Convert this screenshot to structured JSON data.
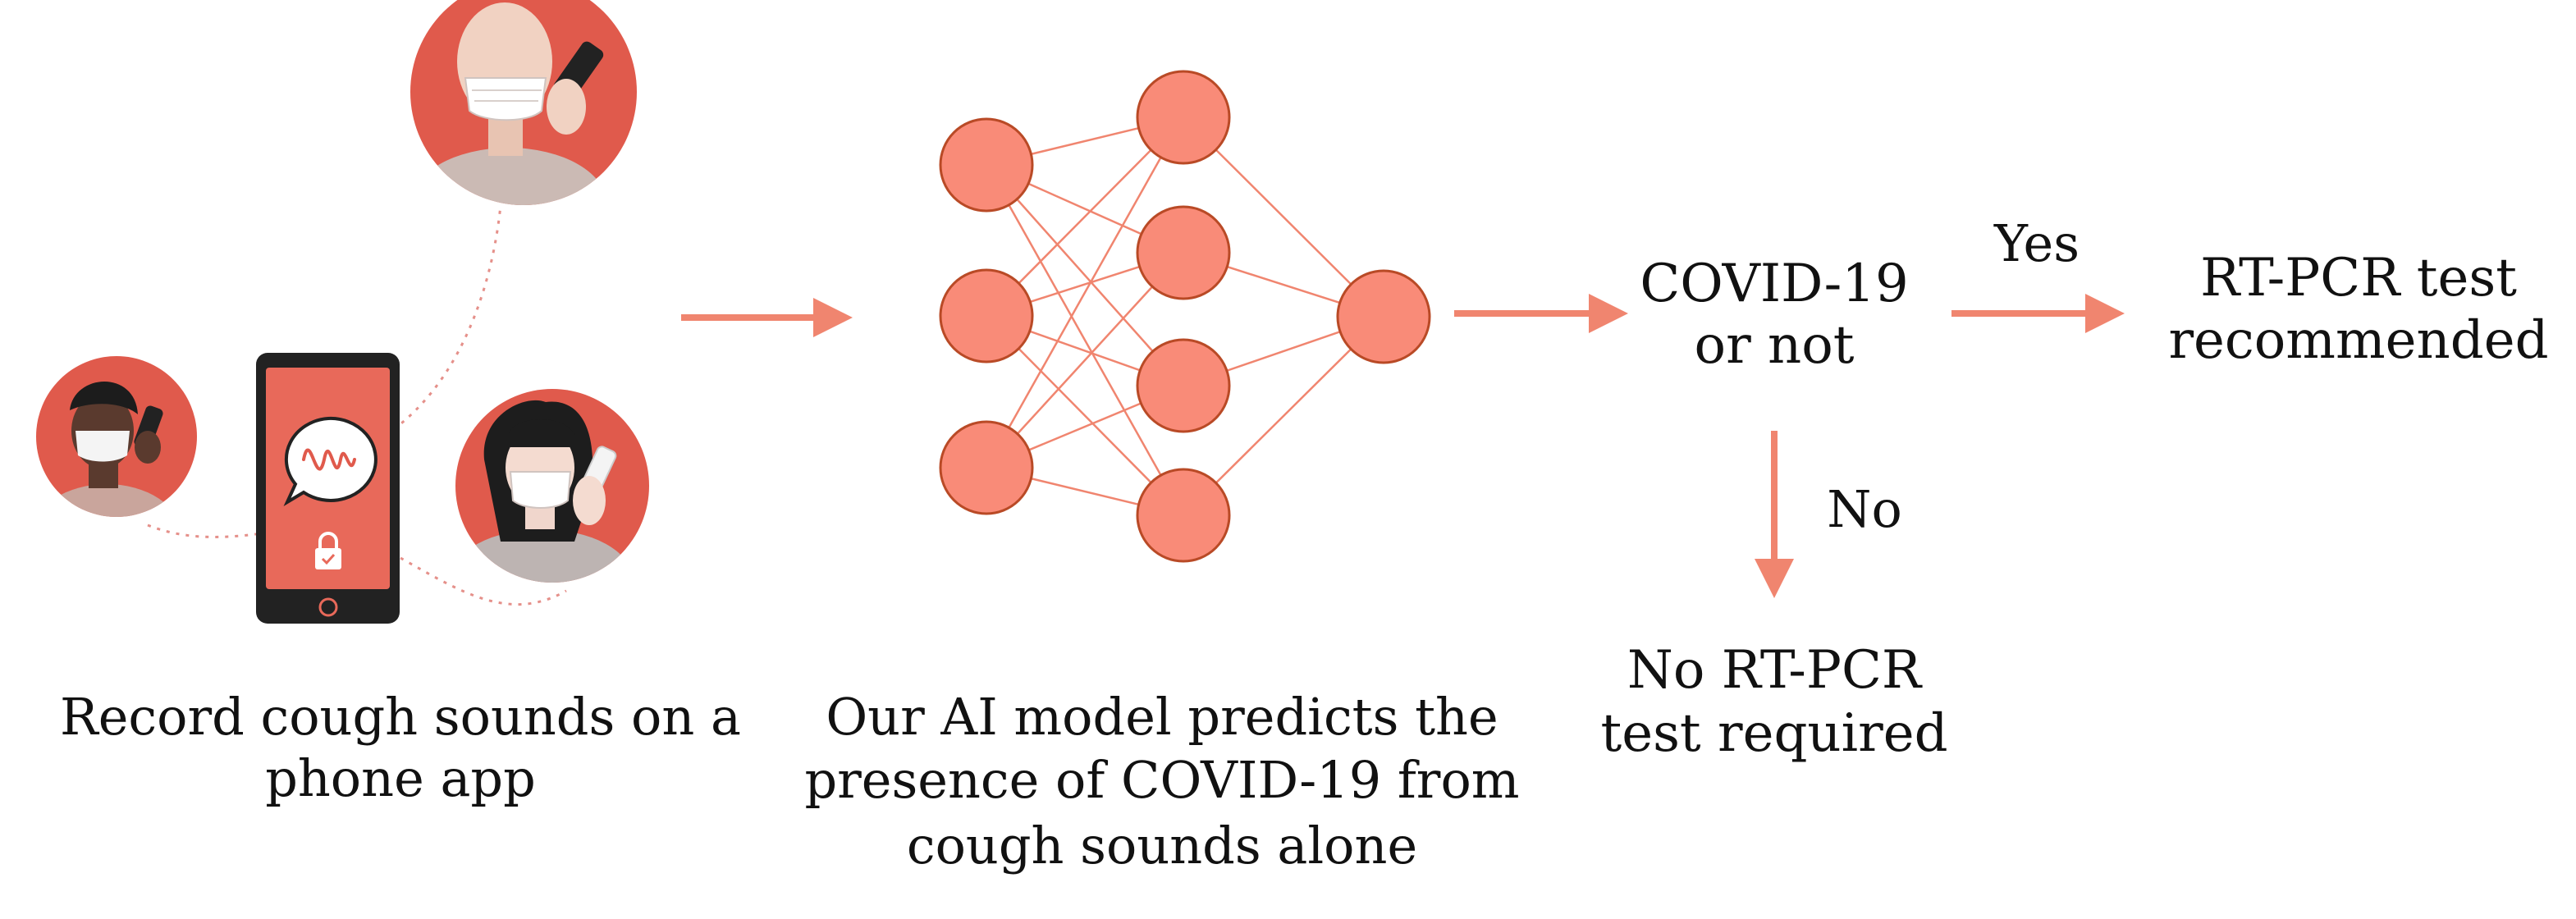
{
  "colors": {
    "accent": "#f0856f",
    "node_fill": "#f98b78",
    "node_stroke": "#b94a26",
    "edge": "#f0856f",
    "portrait_bg": "#e05a4c",
    "phone_body": "#222222",
    "phone_screen": "#e8695a",
    "dotted_line": "#e5908a"
  },
  "steps": {
    "record": {
      "caption_line1": "Record cough sounds on a",
      "caption_line2": "phone app"
    },
    "model": {
      "caption_line1": "Our AI model predicts the",
      "caption_line2": "presence of COVID-19 from",
      "caption_line3": "cough sounds alone"
    }
  },
  "decision": {
    "line1": "COVID-19",
    "line2": "or not",
    "yes_label": "Yes",
    "no_label": "No"
  },
  "outcomes": {
    "positive_line1": "RT-PCR test",
    "positive_line2": "recommended",
    "negative_line1": "No RT-PCR",
    "negative_line2": "test required"
  },
  "network": {
    "layers": [
      3,
      4,
      1
    ]
  },
  "icons": {
    "portraits": [
      "person-with-phone-icon",
      "masked-man-portrait-icon",
      "masked-woman-portrait-icon"
    ],
    "phone": "smartphone-icon",
    "sound": "sound-wave-bubble-icon",
    "lock": "lock-icon"
  }
}
